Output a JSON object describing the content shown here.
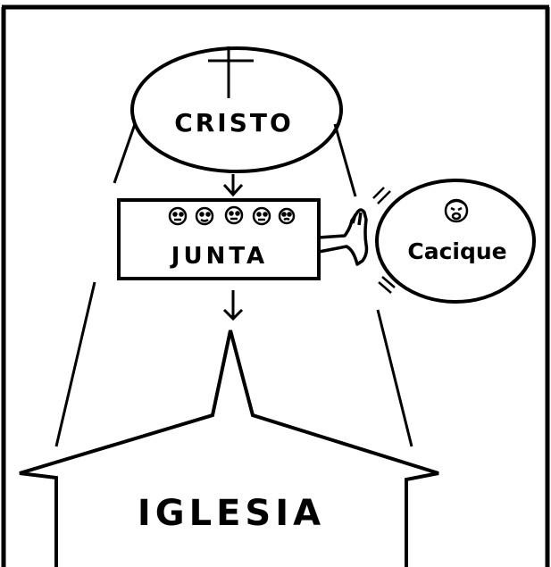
{
  "diagram": {
    "nodes": {
      "cristo": {
        "label": "CRISTO"
      },
      "junta": {
        "label": "JUNTA"
      },
      "cacique": {
        "label": "Cacique"
      },
      "iglesia": {
        "label": "IGLESIA"
      }
    },
    "icons": {
      "cross": "cross-icon",
      "junta_faces": "faces-icon-row",
      "cacique_face": "angry-face-icon",
      "hand": "hand-icon"
    },
    "colors": {
      "ink": "#000000",
      "background": "#ffffff"
    }
  }
}
